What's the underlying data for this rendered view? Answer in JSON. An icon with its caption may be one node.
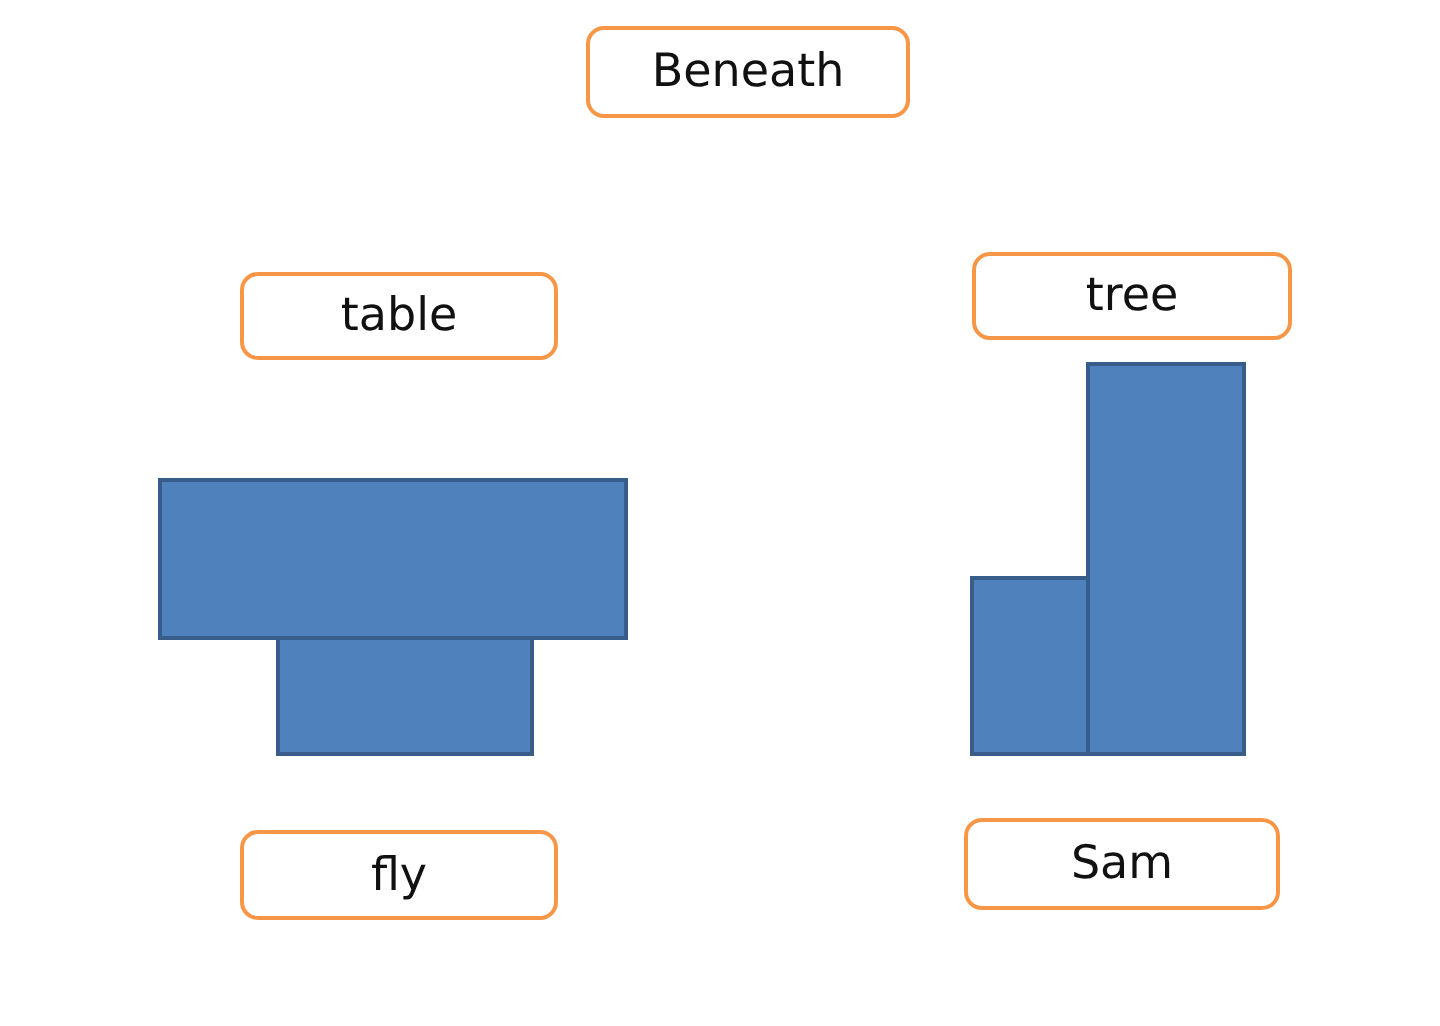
{
  "diagram": {
    "nodes": [
      {
        "text": [
          "Beneath"
        ]
      },
      {
        "text": [
          "table"
        ]
      },
      {
        "text": [
          "tree"
        ]
      },
      {
        "text": [
          "fly"
        ]
      },
      {
        "text": [
          "Sam"
        ]
      }
    ]
  }
}
